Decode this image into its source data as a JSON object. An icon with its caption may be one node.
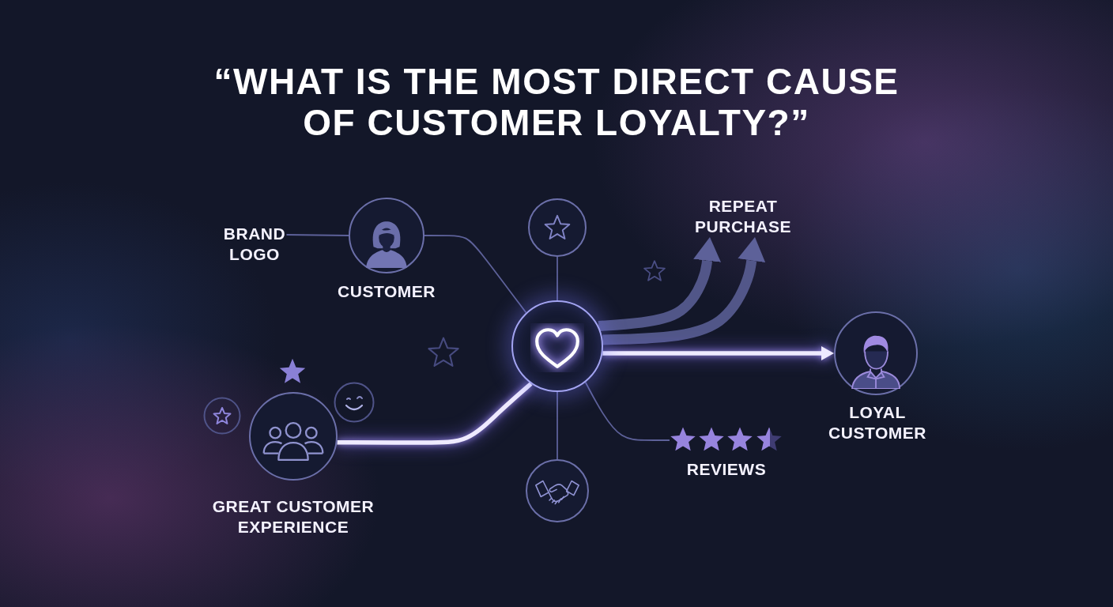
{
  "diagram": {
    "title": "“WHAT IS THE MOST DIRECT CAUSE OF CUSTOMER LOYALTY?”",
    "nodes": [
      {
        "text": [
          "BRAND LOGO"
        ]
      },
      {
        "text": [
          "CUSTOMER"
        ]
      },
      {
        "text": [],
        "shape": "circle"
      },
      {
        "text": [
          "REPEAT PURCHASE"
        ]
      },
      {
        "text": [],
        "shape": "circle"
      },
      {
        "text": [
          "LOYAL CUSTOMER"
        ]
      },
      {
        "text": [
          "GREAT CUSTOMER EXPERIENCE"
        ]
      },
      {
        "text": [
          "REVIEWS"
        ]
      },
      {
        "text": [],
        "shape": "circle"
      }
    ],
    "edges": [
      {
        "from": 0,
        "to": 1,
        "arrow": "none"
      },
      {
        "from": 1,
        "to": 4,
        "arrow": "none"
      },
      {
        "from": 2,
        "to": 4,
        "arrow": "none"
      },
      {
        "from": 6,
        "to": 4,
        "arrow": "none",
        "style": "thick",
        "color": "#eeeaff"
      },
      {
        "from": 4,
        "to": 3,
        "arrow": "to",
        "style": "thick"
      },
      {
        "from": 4,
        "to": 3,
        "arrow": "to",
        "style": "thick"
      },
      {
        "from": 4,
        "to": 5,
        "arrow": "to",
        "style": "thick",
        "color": "#eeeaff"
      },
      {
        "from": 4,
        "to": 8,
        "arrow": "none"
      },
      {
        "from": 4,
        "to": 7,
        "arrow": "none"
      }
    ]
  }
}
